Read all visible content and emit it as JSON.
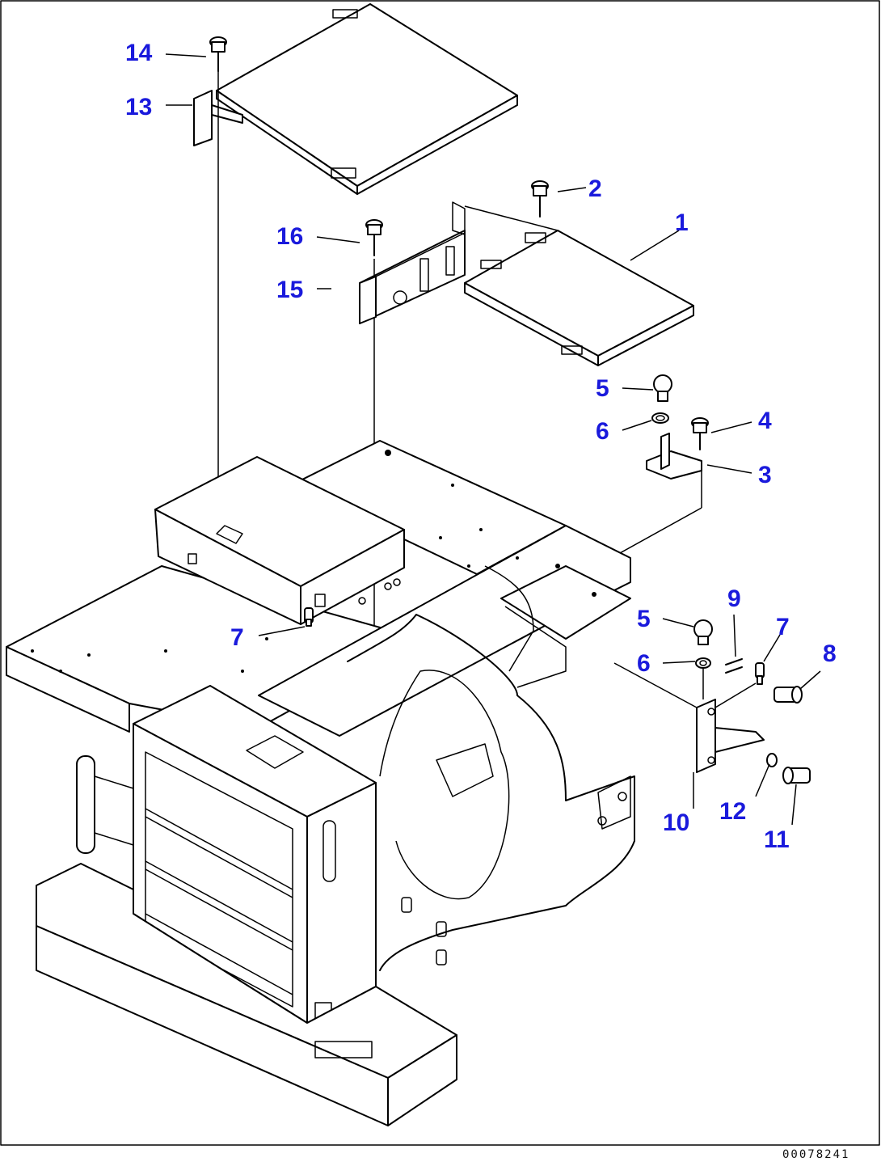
{
  "callouts": [
    {
      "id": "c1",
      "label": "1"
    },
    {
      "id": "c2",
      "label": "2"
    },
    {
      "id": "c3",
      "label": "3"
    },
    {
      "id": "c4",
      "label": "4"
    },
    {
      "id": "c5a",
      "label": "5"
    },
    {
      "id": "c5b",
      "label": "5"
    },
    {
      "id": "c6a",
      "label": "6"
    },
    {
      "id": "c6b",
      "label": "6"
    },
    {
      "id": "c7a",
      "label": "7"
    },
    {
      "id": "c7b",
      "label": "7"
    },
    {
      "id": "c8",
      "label": "8"
    },
    {
      "id": "c9",
      "label": "9"
    },
    {
      "id": "c10",
      "label": "10"
    },
    {
      "id": "c11",
      "label": "11"
    },
    {
      "id": "c12",
      "label": "12"
    },
    {
      "id": "c13",
      "label": "13"
    },
    {
      "id": "c14",
      "label": "14"
    },
    {
      "id": "c15",
      "label": "15"
    },
    {
      "id": "c16",
      "label": "16"
    }
  ],
  "drawing_code": "00078241",
  "colors": {
    "callout": "#1a1adc",
    "line": "#000000",
    "background": "#ffffff"
  }
}
